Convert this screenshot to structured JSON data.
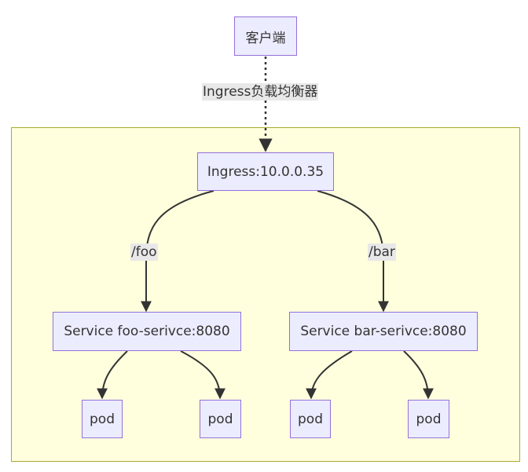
{
  "nodes": {
    "client": "客户端",
    "ingress": "Ingress:10.0.0.35",
    "service_foo": "Service foo-serivce:8080",
    "service_bar": "Service bar-serivce:8080",
    "pod_1": "pod",
    "pod_2": "pod",
    "pod_3": "pod",
    "pod_4": "pod"
  },
  "edges": {
    "client_to_ingress": "Ingress负载均衡器",
    "ingress_to_foo": "/foo",
    "ingress_to_bar": "/bar"
  },
  "colors": {
    "node_fill": "#ececff",
    "node_border": "#9370db",
    "cluster_fill": "#ffffde",
    "cluster_border": "#aaaa33",
    "edge_label_bg": "#e8e8e8",
    "line": "#333333"
  }
}
